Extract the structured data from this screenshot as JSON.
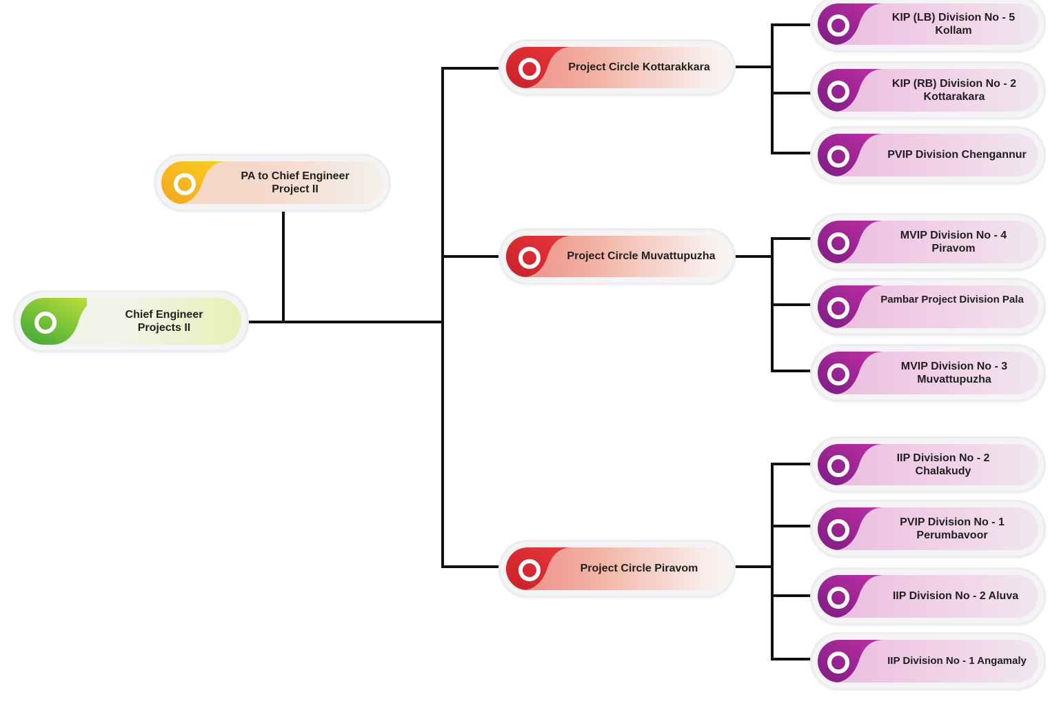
{
  "colors": {
    "connector": "#111111",
    "green": [
      "#3aa636",
      "#cce63a"
    ],
    "yellow": [
      "#f3a51f",
      "#f8d21f"
    ],
    "red": [
      "#c9202a",
      "#e8383a"
    ],
    "purple": [
      "#7b1d82",
      "#c22ea6"
    ]
  },
  "chart": {
    "root": {
      "lines": [
        "Chief Engineer",
        "Projects II"
      ]
    },
    "assistant": {
      "lines": [
        "PA to Chief Engineer",
        "Project II"
      ]
    },
    "circles": [
      {
        "lines": [
          "Project Circle Kottarakkara"
        ],
        "divisions": [
          {
            "lines": [
              "KIP (LB) Division No - 5",
              "Kollam"
            ]
          },
          {
            "lines": [
              "KIP (RB) Division No - 2",
              "Kottarakara"
            ]
          },
          {
            "lines": [
              "PVIP Division Chengannur"
            ]
          }
        ]
      },
      {
        "lines": [
          "Project Circle Muvattupuzha"
        ],
        "divisions": [
          {
            "lines": [
              "MVIP Division No - 4",
              "Piravom"
            ]
          },
          {
            "lines": [
              "Pambar Project Division Pala"
            ]
          },
          {
            "lines": [
              "MVIP Division No - 3",
              "Muvattupuzha"
            ]
          }
        ]
      },
      {
        "lines": [
          "Project Circle Piravom"
        ],
        "divisions": [
          {
            "lines": [
              "IIP Division No - 2",
              "Chalakudy"
            ]
          },
          {
            "lines": [
              "PVIP Division No - 1",
              "Perumbavoor"
            ]
          },
          {
            "lines": [
              "IIP Division No - 2 Aluva"
            ]
          },
          {
            "lines": [
              "IIP Division No - 1 Angamaly"
            ]
          }
        ]
      }
    ]
  }
}
